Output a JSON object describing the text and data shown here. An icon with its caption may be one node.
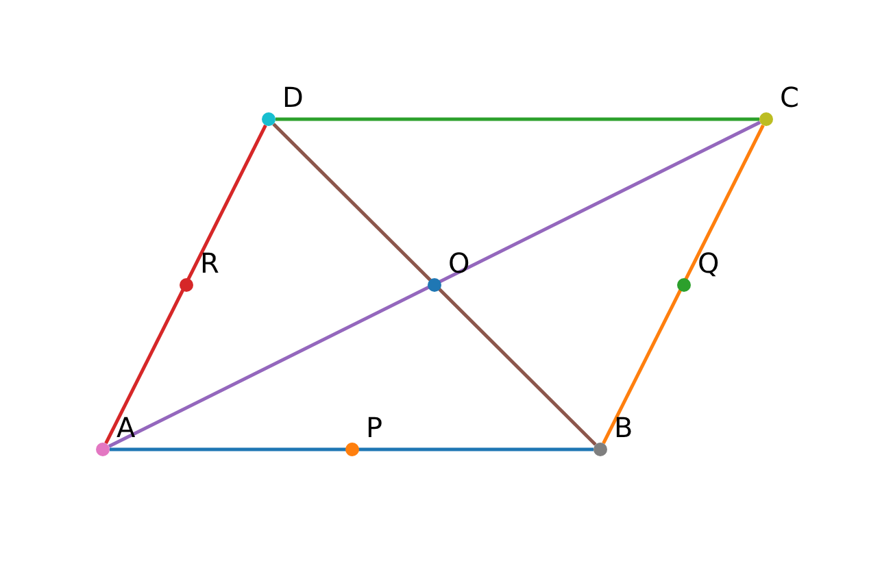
{
  "diagram": {
    "nodes": [
      {
        "text": [],
        "shape": "circle",
        "beside": [
          "D"
        ]
      },
      {
        "text": [],
        "shape": "circle",
        "beside": [
          "C"
        ]
      },
      {
        "text": [],
        "shape": "circle",
        "beside": [
          "R"
        ]
      },
      {
        "text": [],
        "shape": "circle",
        "beside": [
          "O"
        ]
      },
      {
        "text": [],
        "shape": "circle",
        "beside": [
          "Q"
        ]
      },
      {
        "text": [],
        "shape": "circle",
        "beside": [
          "A"
        ]
      },
      {
        "text": [],
        "shape": "circle",
        "beside": [
          "P"
        ]
      },
      {
        "text": [],
        "shape": "circle",
        "beside": [
          "B"
        ]
      }
    ],
    "edges": [
      {
        "from": 5,
        "to": 7,
        "arrow": "none",
        "color": "#1f77b4"
      },
      {
        "from": 7,
        "to": 1,
        "arrow": "none",
        "color": "#ff7f0e"
      },
      {
        "from": 1,
        "to": 0,
        "arrow": "none",
        "color": "#2ca02c"
      },
      {
        "from": 0,
        "to": 5,
        "arrow": "none",
        "color": "#d62728"
      },
      {
        "from": 5,
        "to": 1,
        "arrow": "none",
        "color": "#9467bd"
      },
      {
        "from": 0,
        "to": 7,
        "arrow": "none",
        "color": "#8c564b"
      }
    ]
  }
}
